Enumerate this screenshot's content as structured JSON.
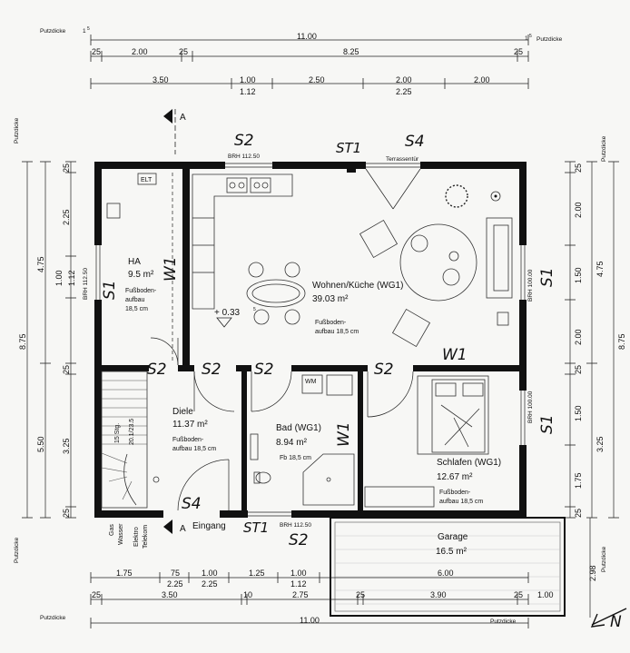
{
  "top_dims": {
    "putz_left": "Putzdicke",
    "putz_right": "Putzdicke",
    "sup": "1",
    "sup5": "5",
    "total": "11.00",
    "row2": [
      "25",
      "2.00",
      "25",
      "8.25",
      "25"
    ],
    "row3": [
      "3.50",
      "1.00",
      "2.50",
      "2.00",
      "2.00"
    ],
    "row3b": [
      "1.12",
      "2.25"
    ]
  },
  "bottom_dims": {
    "row1": [
      "1.75",
      "75",
      "1.00",
      "1.25",
      "1.00",
      "6.00"
    ],
    "row1b": [
      "2.25",
      "2.25",
      "1.12"
    ],
    "row2": [
      "25",
      "3.50",
      "10",
      "2.75",
      "25",
      "3.90",
      "25",
      "1.00"
    ],
    "putz_left": "Putzdicke",
    "putz_right": "Putzdicke",
    "total": "11.00",
    "right_v": "2.98"
  },
  "left_dims": {
    "putz_top": "Putzdicke",
    "putz_bottom": "Putzdicke",
    "outer": "8.75",
    "mid": [
      "4.75",
      "5.50"
    ],
    "inner": [
      "25",
      "2.25",
      "1.00",
      "1.12",
      "25",
      "3.25",
      "25"
    ],
    "brh_window": "BRH 112.50"
  },
  "right_dims": {
    "putz_top": "Putzdicke",
    "putz_bottom": "Putzdicke",
    "outer": "8.75",
    "mid": [
      "4.75",
      "3.25"
    ],
    "inner": [
      "25",
      "2.00",
      "1.50",
      "2.00",
      "25",
      "1.50",
      "1.75",
      "25"
    ],
    "brh1": "BRH 100.00",
    "brh2": "BRH 100.00"
  },
  "section_marker": "A",
  "window_labels": {
    "brh_top": "BRH 112.50",
    "terrasse": "Terrassentür",
    "brh_bottom": "BRH 112.50"
  },
  "rooms": {
    "ha": {
      "name": "HA",
      "area": "9.5 m²",
      "floor1": "Fußboden-",
      "floor2": "aufbau",
      "floor3": "18,5 cm",
      "elt": "ELT"
    },
    "wohnen": {
      "name": "Wohnen/Küche  (WG1)",
      "area": "39.03 m²",
      "floor1": "Fußboden-",
      "floor2": "aufbau 18,5 cm",
      "level": "+ 0.33"
    },
    "diele": {
      "name": "Diele",
      "area": "11.37 m²",
      "floor1": "Fußboden-",
      "floor2": "aufbau 18,5 cm",
      "stair1": "15 Stg.",
      "stair2": "20.1/23.5"
    },
    "bad": {
      "name": "Bad (WG1)",
      "area": "8.94 m²",
      "floor": "Fb 18,5 cm",
      "wm": "WM"
    },
    "schlafen": {
      "name": "Schlafen (WG1)",
      "area": "12.67 m²",
      "floor1": "Fußboden-",
      "floor2": "aufbau 18,5 cm"
    },
    "garage": {
      "name": "Garage",
      "area": "16.5 m²"
    }
  },
  "entrance": "Eingang",
  "utilities": [
    "Gas",
    "Wasser",
    "Elektro",
    "Telekom"
  ],
  "handwritten": {
    "s2_top": "S2",
    "st1_top": "ST1",
    "s4_top": "S4",
    "w1_ha": "W1",
    "s1_left": "S1",
    "s1_right_top": "S1",
    "s1_right_bottom": "S1",
    "w1_mid": "W1",
    "s2_a": "S2",
    "s2_b": "S2",
    "s2_c": "S2",
    "s2_d": "S2",
    "w1_bad": "W1",
    "s4_bottom": "S4",
    "st1_bottom": "ST1",
    "s2_bottom": "S2"
  },
  "north": "N"
}
